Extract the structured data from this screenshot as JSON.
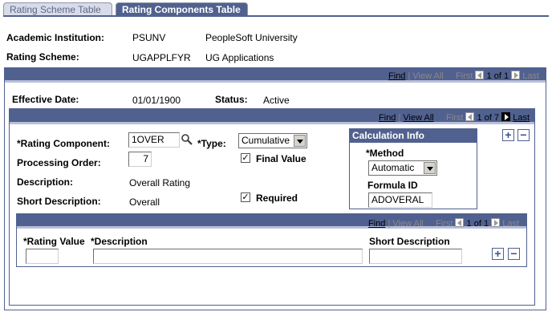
{
  "tabs": [
    {
      "label": "Rating Scheme Table",
      "active": false
    },
    {
      "label": "Rating Components Table",
      "active": true
    }
  ],
  "header": {
    "academic_institution_label": "Academic Institution:",
    "academic_institution_code": "PSUNV",
    "academic_institution_name": "PeopleSoft University",
    "rating_scheme_label": "Rating Scheme:",
    "rating_scheme_code": "UGAPPLFYR",
    "rating_scheme_name": "UG Applications"
  },
  "outer_nav": {
    "find": "Find",
    "sep": "|",
    "view_all": "View All",
    "first": "First",
    "count": "1 of 1",
    "last": "Last"
  },
  "effective": {
    "effective_date_label": "Effective Date:",
    "effective_date": "01/01/1900",
    "status_label": "Status:",
    "status": "Active"
  },
  "mid_nav": {
    "find": "Find",
    "sep": "|",
    "view_all": "View All",
    "first": "First",
    "count": "1 of 7",
    "last": "Last"
  },
  "component": {
    "rating_component_label": "*Rating Component:",
    "rating_component_value": "1OVER",
    "type_label": "*Type:",
    "type_value": "Cumulative",
    "processing_order_label": "Processing Order:",
    "processing_order_value": "7",
    "final_value_label": "Final Value",
    "final_value_checked": "✓",
    "description_label": "Description:",
    "description_value": "Overall Rating",
    "short_description_label": "Short Description:",
    "short_description_value": "Overall",
    "required_label": "Required",
    "required_checked": "✓"
  },
  "calculation": {
    "title": "Calculation Info",
    "method_label": "*Method",
    "method_value": "Automatic",
    "formula_label": "Formula ID",
    "formula_value": "ADOVERAL"
  },
  "inner_nav": {
    "find": "Find",
    "sep": "|",
    "view_all": "View All",
    "first": "First",
    "count": "1 of 1",
    "last": "Last"
  },
  "values_grid": {
    "rating_value_label": "*Rating Value",
    "description_label": "*Description",
    "short_description_label": "Short Description",
    "rating_value": "",
    "description": "",
    "short_description": ""
  },
  "buttons": {
    "add": "+",
    "delete": "−"
  },
  "colors": {
    "accent": "#51618f",
    "tab_inactive": "#d8dcea"
  }
}
